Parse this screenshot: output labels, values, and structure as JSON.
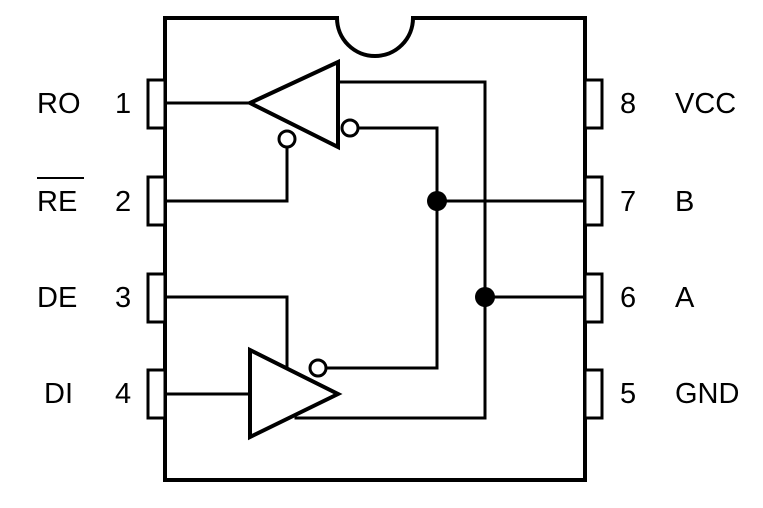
{
  "diagram": {
    "pins_left": [
      {
        "number": "1",
        "name": "RO"
      },
      {
        "number": "2",
        "name": "RE"
      },
      {
        "number": "3",
        "name": "DE"
      },
      {
        "number": "4",
        "name": "DI"
      }
    ],
    "pins_right": [
      {
        "number": "8",
        "name": "VCC"
      },
      {
        "number": "7",
        "name": "B"
      },
      {
        "number": "6",
        "name": "A"
      },
      {
        "number": "5",
        "name": "GND"
      }
    ]
  }
}
